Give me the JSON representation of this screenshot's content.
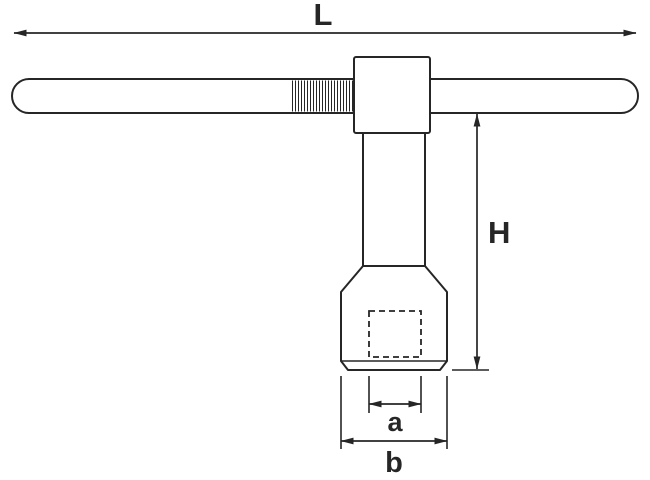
{
  "drawing": {
    "title": "T-handle socket wrench dimensional drawing",
    "labels": {
      "overall_length": "L",
      "overall_height": "H",
      "square_drive": "a",
      "socket_width": "b"
    }
  },
  "colors": {
    "line": "#262626",
    "background": "#ffffff"
  }
}
